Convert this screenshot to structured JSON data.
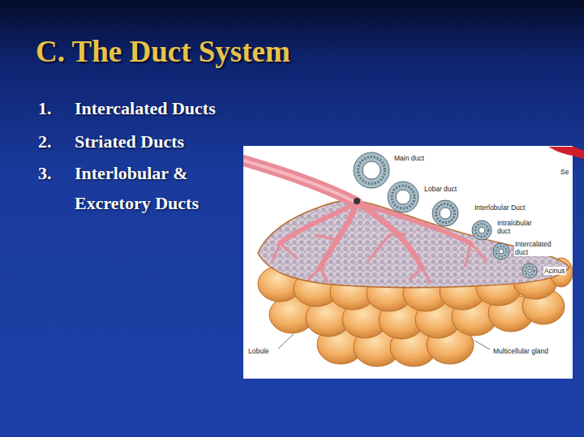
{
  "diagram": {
    "title": "C. The Duct System",
    "labels": [
      "1.",
      "Intercalated Ducts",
      "2.",
      "Striated Ducts",
      "3.",
      "Interlobular & Excretory Ducts",
      "Main duct",
      "Lobar duct",
      "Interlobular Duct",
      "Intralobular duct",
      "Intercalated duct",
      "Acinus",
      "Lobule",
      "Multicellular gland",
      "Se"
    ]
  }
}
